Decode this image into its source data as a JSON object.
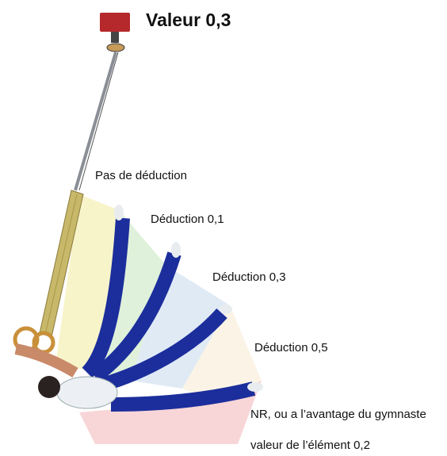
{
  "title": "Valeur 0,3",
  "zones": [
    {
      "label": "Pas de déduction",
      "color": "#f6f3c4"
    },
    {
      "label": "Déduction 0,1",
      "color": "#dcefd6"
    },
    {
      "label": "Déduction 0,3",
      "color": "#dde8f4"
    },
    {
      "label": "Déduction 0,5",
      "color": "#fbf3e3"
    },
    {
      "label": "NR, ou a l’avantage du gymnaste",
      "color": "#f7d2d4"
    }
  ],
  "note": "valeur de l’élément 0,2",
  "colors": {
    "suit": "#1c2e9c",
    "skin": "#c98a6a",
    "strap": "#c8b86a",
    "cable": "#8a8f96",
    "mount": "#b5282b"
  }
}
